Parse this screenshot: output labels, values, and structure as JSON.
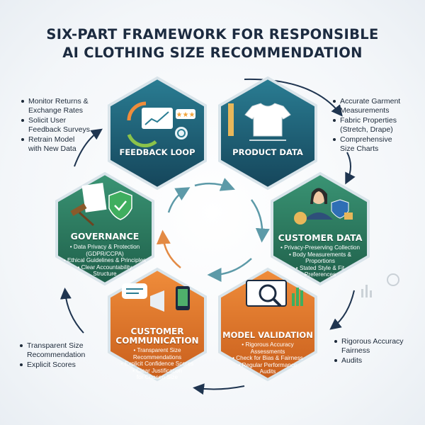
{
  "title": {
    "line1": "SIX-PART FRAMEWORK FOR RESPONSIBLE",
    "line2": "AI CLOTHING SIZE RECOMMENDATION"
  },
  "hexes": {
    "feedback": {
      "label": "FEEDBACK LOOP",
      "color": "#1f5f74"
    },
    "product": {
      "label": "PRODUCT DATA",
      "color": "#1f5f74"
    },
    "customer_data": {
      "label": "CUSTOMER DATA",
      "color": "#2e7d62",
      "items": [
        "Privacy-Preserving Collection",
        "Body Measurements &",
        "Proportions",
        "Stated Style & Fit",
        "Preferences"
      ]
    },
    "governance": {
      "label": "GOVERNANCE",
      "color": "#2e7d62",
      "items": [
        "Data Privacy & Protection",
        "(GDPR/CCPA)",
        "Ethical Guidelines & Principles",
        "Clear Accountability",
        "Structure"
      ]
    },
    "communication": {
      "label1": "CUSTOMER",
      "label2": "COMMUNICATION",
      "color": "#e07a2c",
      "items": [
        "Transparent Size",
        "Recommendations",
        "Explicit Confidence Scores",
        "Clear Justification",
        "for Chosen Size"
      ]
    },
    "validation": {
      "label": "MODEL VALIDATION",
      "color": "#e07a2c",
      "items": [
        "Rigorous Accuracy",
        "Assessments",
        "Check for Bias & Fairness",
        "Regular Performance",
        "Audits"
      ]
    }
  },
  "left_top": [
    "Monitor Returns &",
    "Exchange Rates",
    "Solicit User",
    "Feedback Surveys",
    "Retrain Model",
    "with New Data"
  ],
  "right_top": [
    "Accurate Garment",
    "Measurements",
    "Fabric Properties",
    "(Stretch, Drape)",
    "Comprehensive",
    "Size Charts"
  ],
  "left_bottom": [
    "Transparent Size",
    "Recommendation",
    "Explicit Scores"
  ],
  "right_bottom": [
    "Rigorous Accuracy",
    "Fairness",
    "Audits"
  ]
}
